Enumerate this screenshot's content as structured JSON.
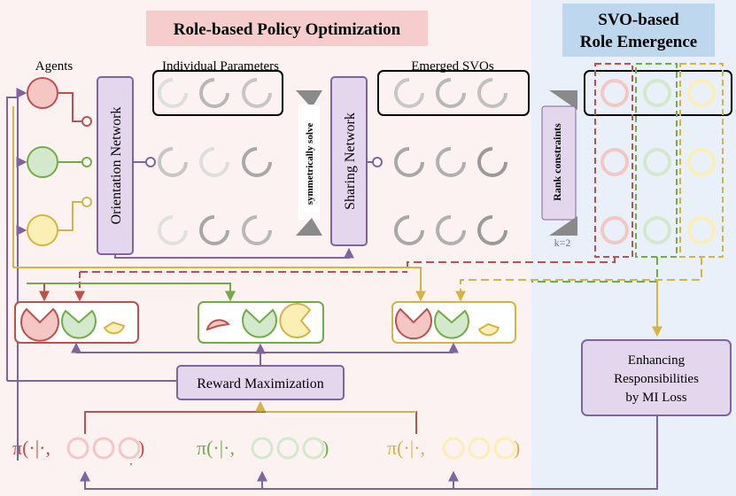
{
  "left_panel": {
    "title": "Role-based Policy Optimization",
    "agents_label": "Agents",
    "individual_params_label": "Individual Parameters",
    "emerged_svos_label": "Emerged SVOs",
    "orientation_network": "Orientation Network",
    "sharing_network": "Sharing Network",
    "symmetric_solve": "symmetrically solve",
    "reward_maximization": "Reward Maximization",
    "policy_symbol": "π(·|·,",
    "policy_close": ")",
    "policy_tick": "'"
  },
  "right_panel": {
    "title_line1": "SVO-based",
    "title_line2": "Role Emergence",
    "rank_constraints": "Rank constraints",
    "k_label": "k=2",
    "mi_line1": "Enhancing",
    "mi_line2": "Responsibilities",
    "mi_line3": "by MI Loss"
  },
  "colors": {
    "red": "#c0504d",
    "red_fill": "#f4c7c5",
    "green": "#70ad47",
    "green_fill": "#d3e8cc",
    "yellow": "#d6b443",
    "yellow_fill": "#fbefb6",
    "purple": "#8064a2",
    "purple_fill": "#e4d6ec",
    "left_bg": "#fdf2f2",
    "right_bg": "#e9f0fa",
    "title_bg": "#f6cccc",
    "title_right_bg": "#bdd7ee"
  }
}
